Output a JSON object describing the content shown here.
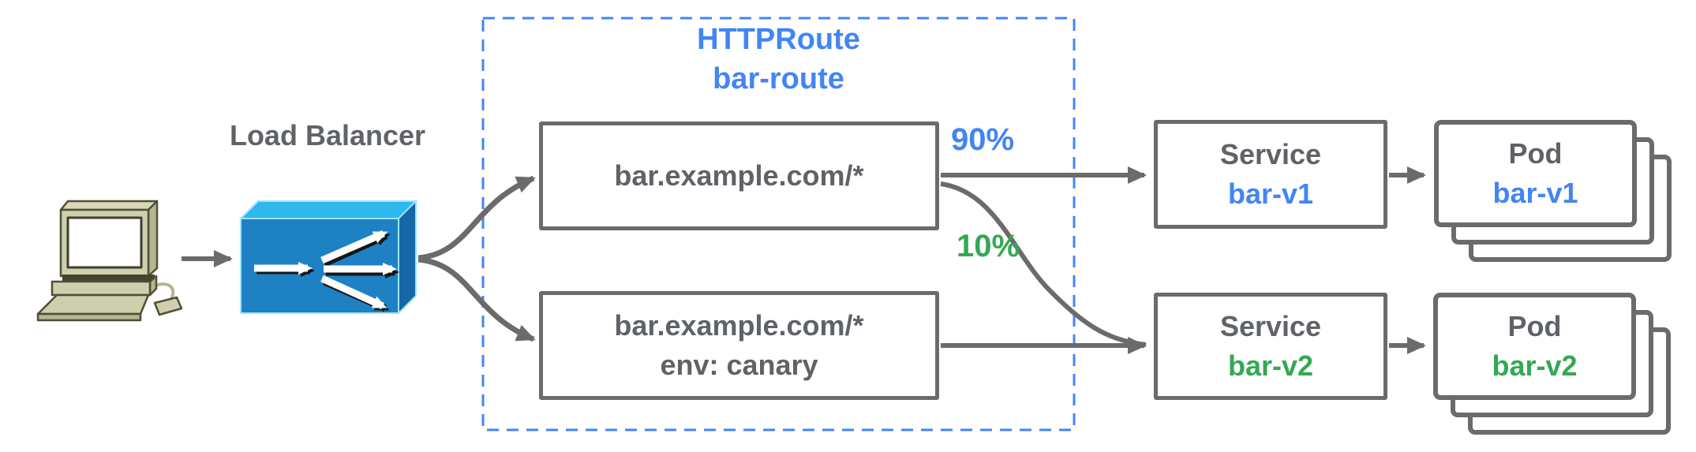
{
  "colors": {
    "blue": "#4285F4",
    "green": "#34A853",
    "text_gray": "#5f6368",
    "stroke_gray": "#6b6b6b"
  },
  "client": {
    "icon": "desktop-computer"
  },
  "load_balancer": {
    "label": "Load Balancer",
    "icon": "load-balancer"
  },
  "httproute": {
    "title": "HTTPRoute",
    "name": "bar-route",
    "rules": [
      {
        "match": "bar.example.com/*"
      },
      {
        "match": "bar.example.com/*",
        "header": "env: canary"
      }
    ],
    "weights": {
      "primary": "90%",
      "canary": "10%"
    }
  },
  "services": [
    {
      "kind": "Service",
      "name": "bar-v1"
    },
    {
      "kind": "Service",
      "name": "bar-v2"
    }
  ],
  "pods": [
    {
      "kind": "Pod",
      "name": "bar-v1"
    },
    {
      "kind": "Pod",
      "name": "bar-v2"
    }
  ]
}
